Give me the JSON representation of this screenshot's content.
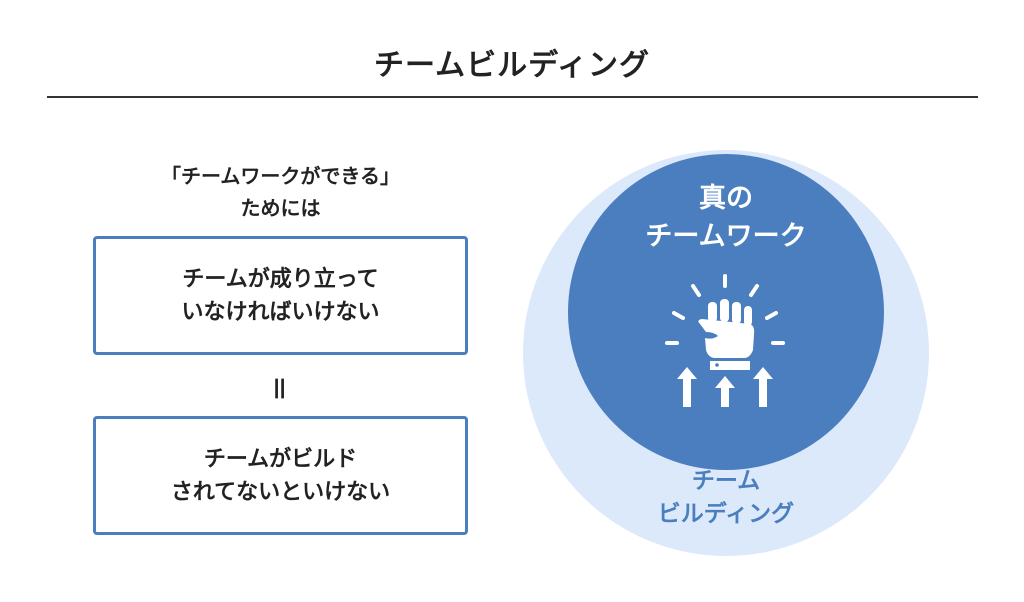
{
  "title": "チームビルディング",
  "lead": {
    "line1": "「チームワークができる」",
    "line2": "ためには"
  },
  "box1": {
    "line1": "チームが成り立って",
    "line2": "いなければいけない"
  },
  "equals": "＝",
  "box2": {
    "line1": "チームがビルド",
    "line2": "されてないといけない"
  },
  "inner_circle": {
    "line1": "真の",
    "line2": "チームワーク"
  },
  "outer_circle": {
    "line1": "チーム",
    "line2": "ビルディング"
  },
  "colors": {
    "accent": "#4a7ebf",
    "light": "#dce9fb",
    "text": "#222222"
  }
}
